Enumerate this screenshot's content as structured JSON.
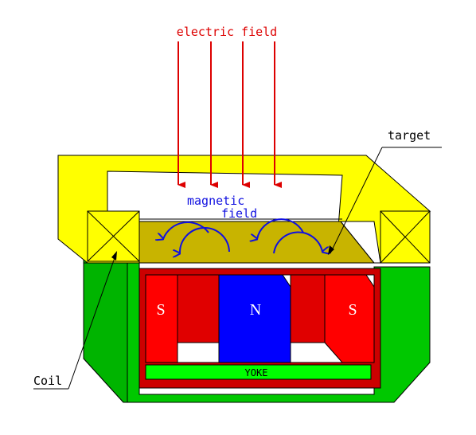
{
  "labels": {
    "electric_field": "electric field",
    "magnetic": "magnetic",
    "field": "field",
    "target": "target",
    "coil": "Coil",
    "pole_left": "S",
    "pole_center": "N",
    "pole_right": "S",
    "yoke": "YOKE"
  },
  "colors": {
    "coil_yellow": "#ffff00",
    "body_green": "#00c800",
    "housing_red": "#cc0000",
    "magnet_red": "#ff0000",
    "magnet_blue": "#0000ff",
    "yoke_green": "#00ff00",
    "target_olive": "#c8b400",
    "arrow_red": "#dd0000",
    "arrow_blue": "#1010e0"
  }
}
